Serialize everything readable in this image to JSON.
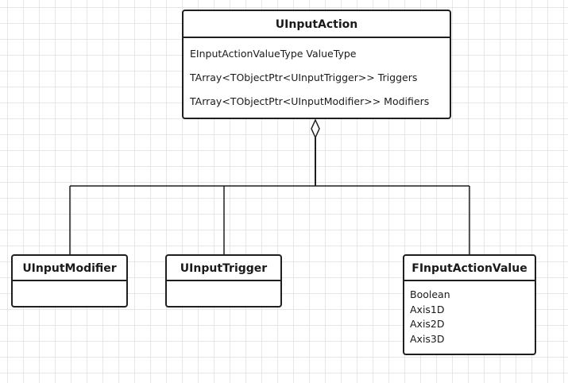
{
  "diagram": {
    "classes": {
      "input_action": {
        "name": "UInputAction",
        "attributes": [
          "EInputActionValueType ValueType",
          "TArray<TObjectPtr<UInputTrigger>> Triggers",
          "TArray<TObjectPtr<UInputModifier>> Modifiers"
        ]
      },
      "input_modifier": {
        "name": "UInputModifier"
      },
      "input_trigger": {
        "name": "UInputTrigger"
      },
      "input_action_value": {
        "name": "FInputActionValue",
        "values": [
          "Boolean",
          "Axis1D",
          "Axis2D",
          "Axis3D"
        ]
      }
    },
    "relationships": [
      {
        "type": "aggregation",
        "whole": "UInputAction",
        "part": "UInputModifier"
      },
      {
        "type": "aggregation",
        "whole": "UInputAction",
        "part": "UInputTrigger"
      },
      {
        "type": "aggregation",
        "whole": "UInputAction",
        "part": "FInputActionValue"
      }
    ],
    "colors": {
      "line": "#1f1f1f",
      "box_fill": "#ffffff",
      "grid": "#e6e6e6"
    }
  }
}
